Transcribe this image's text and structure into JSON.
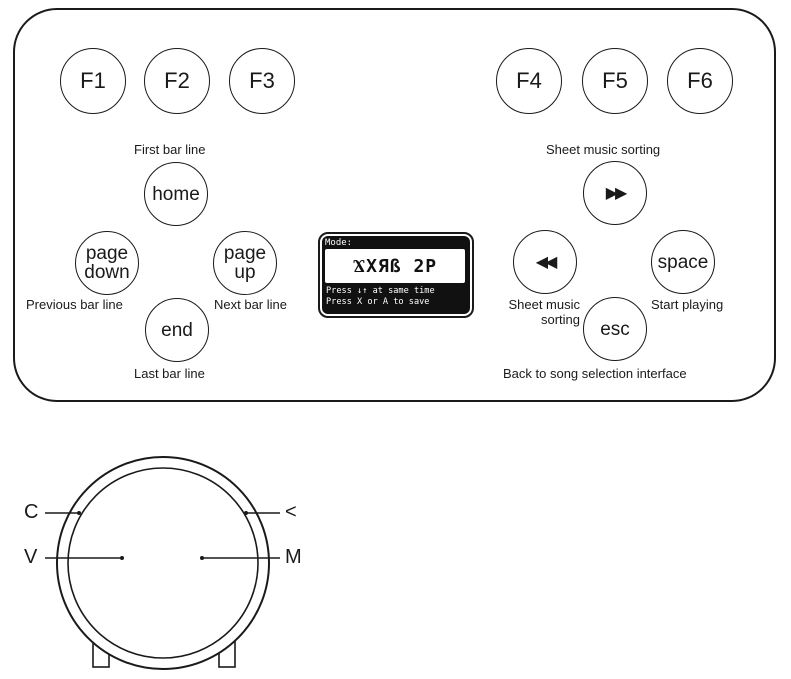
{
  "function_keys": [
    "F1",
    "F2",
    "F3",
    "F4",
    "F5",
    "F6"
  ],
  "left_cluster": {
    "home": {
      "label": "home",
      "caption": "First bar line"
    },
    "page_down": {
      "label_line1": "page",
      "label_line2": "down",
      "caption": "Previous bar line"
    },
    "page_up": {
      "label_line1": "page",
      "label_line2": "up",
      "caption": "Next bar line"
    },
    "end": {
      "label": "end",
      "caption": "Last bar line"
    }
  },
  "screen": {
    "title": "Mode:",
    "mode": "ϪΧЯß 2P",
    "hint_line1": "Press ↓↑ at same time",
    "hint_line2": "Press X or A to save"
  },
  "right_cluster": {
    "forward": {
      "icon": "fast-forward-icon",
      "glyph": "▶▶",
      "caption": "Sheet music sorting"
    },
    "rewind": {
      "icon": "rewind-icon",
      "glyph": "◀◀",
      "caption_line1": "Sheet music",
      "caption_line2": "sorting"
    },
    "space": {
      "label": "space",
      "caption": "Start playing"
    },
    "esc": {
      "label": "esc",
      "caption": "Back to song selection interface"
    }
  },
  "device_labels": {
    "top_left": "C",
    "top_right": "<",
    "mid_left": "V",
    "mid_right": "M"
  }
}
